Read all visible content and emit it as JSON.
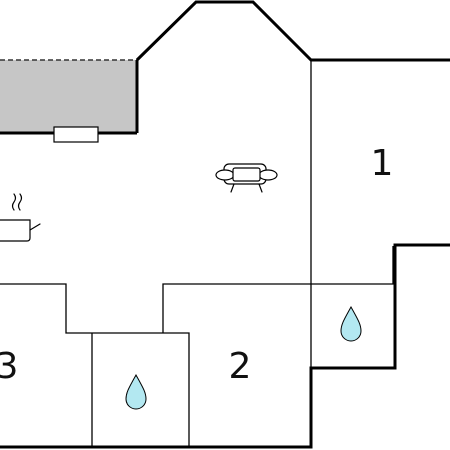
{
  "floorplan": {
    "colors": {
      "wall": "#000000",
      "terrace": "#c6c6c6",
      "water_drop": "#b3e8f1",
      "background": "#ffffff"
    },
    "rooms": [
      {
        "label": "1"
      },
      {
        "label": "2"
      },
      {
        "label": "3"
      }
    ],
    "icons": [
      "sofa-icon",
      "cooking-pot-icon",
      "water-drop-icon",
      "water-drop-icon"
    ]
  }
}
